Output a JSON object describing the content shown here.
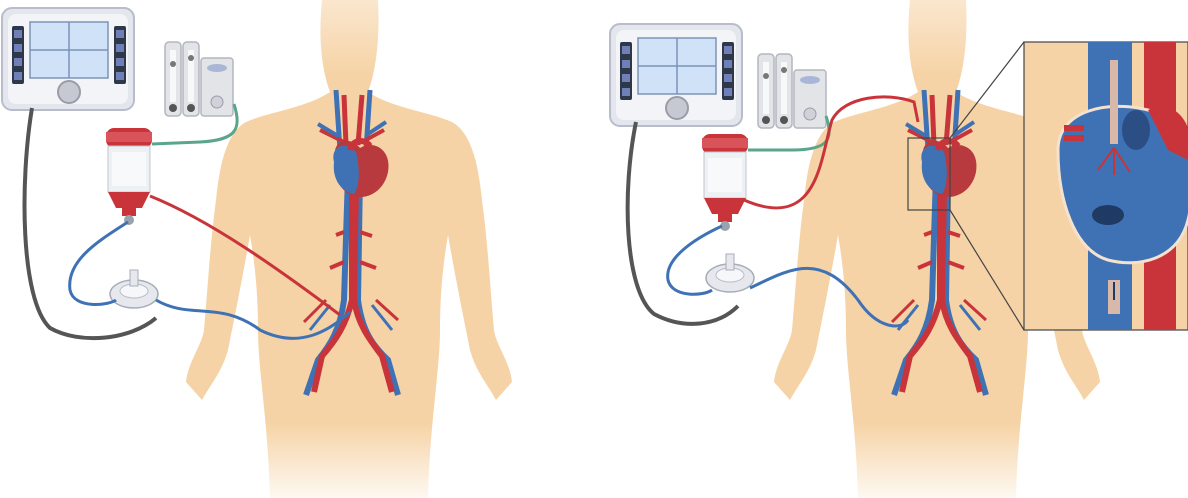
{
  "panels": [
    {
      "id": "left",
      "view": "full-body"
    },
    {
      "id": "right",
      "view": "full-body-with-heart-inset"
    }
  ],
  "icons": [
    "control-console-icon",
    "flowmeter-icon",
    "oxygenator-icon",
    "centrifugal-pump-icon",
    "body-silhouette",
    "heart-icon"
  ],
  "colors": {
    "skin": "#f6d3a6",
    "artery": "#c8343a",
    "vein": "#3f72b4",
    "console": "#e4e6ee",
    "screen": "#cfe2f7",
    "oxygen_line": "#5aa58b",
    "cable": "#555555"
  }
}
